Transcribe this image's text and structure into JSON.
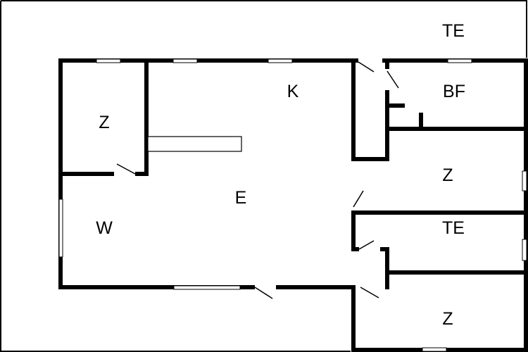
{
  "labels": {
    "terrace_top": "TE",
    "kitchen": "K",
    "bath": "BF",
    "room_nw": "Z",
    "hall": "E",
    "living": "W",
    "room_e1": "Z",
    "terrace_e": "TE",
    "room_se": "Z"
  },
  "colors": {
    "wall": "#000000",
    "background": "#ffffff",
    "window": "#ffffff"
  }
}
